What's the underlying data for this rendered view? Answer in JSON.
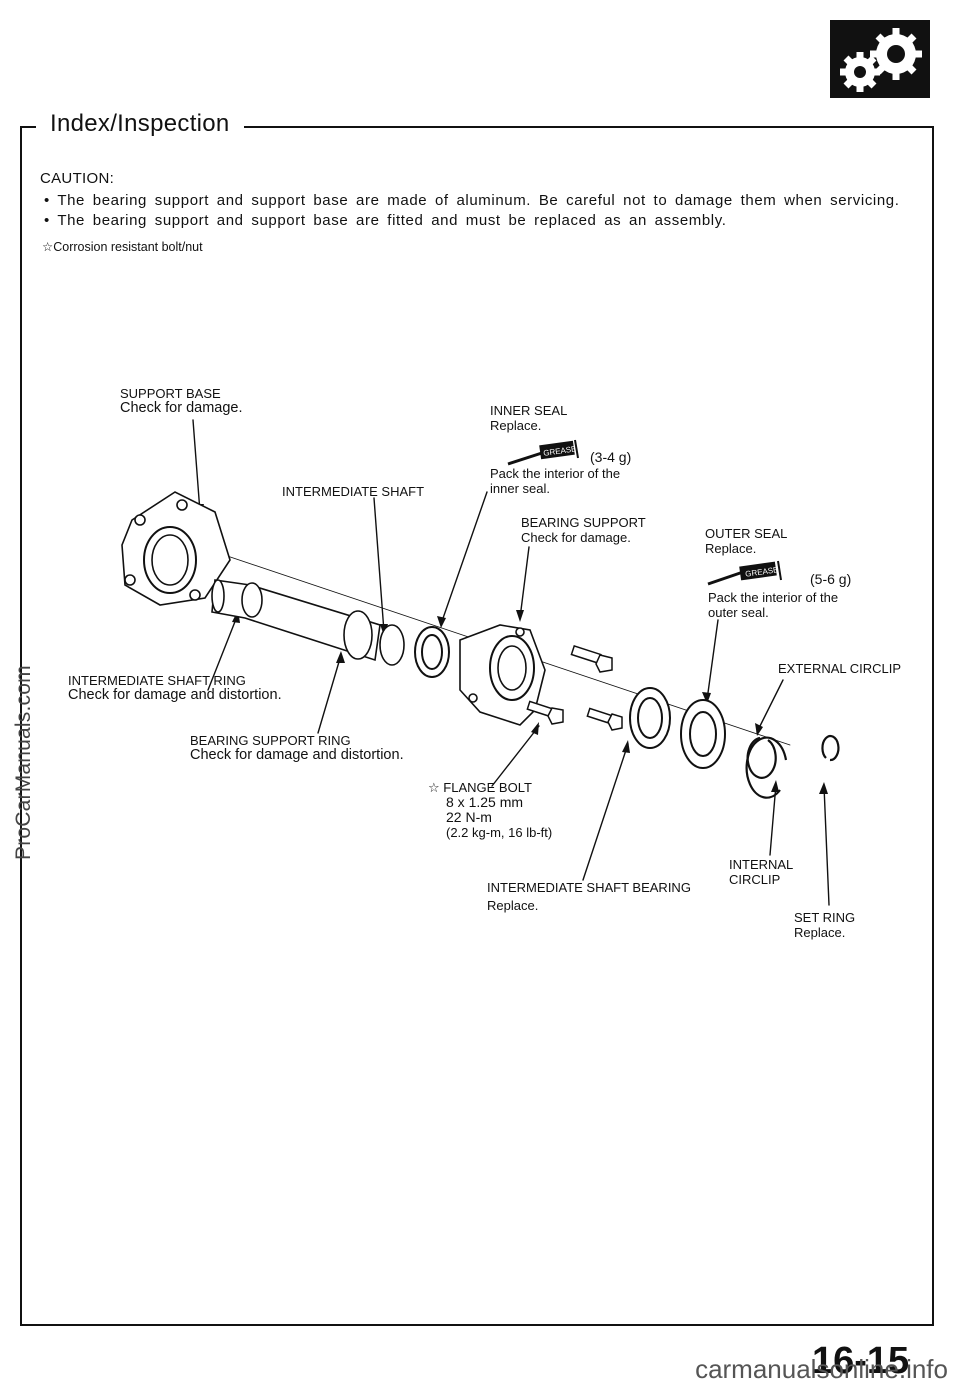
{
  "header": {
    "section_title": "Index/Inspection",
    "icon": "gears-icon"
  },
  "caution": {
    "heading": "CAUTION:",
    "bullets": [
      "• The bearing support and support base are made of aluminum. Be careful not to damage them when servicing.",
      "• The bearing support and support base are fitted and must be replaced as an assembly."
    ],
    "legend_symbol": "☆",
    "legend_text": "Corrosion resistant bolt/nut"
  },
  "callouts": {
    "support_base": {
      "title": "SUPPORT BASE",
      "note": "Check for damage."
    },
    "inner_seal": {
      "title": "INNER SEAL",
      "note": "Replace."
    },
    "inner_grease": {
      "label": "GREASE",
      "amount": "(3-4 g)",
      "note1": "Pack the interior of the",
      "note2": "inner seal."
    },
    "intermediate_shaft": {
      "title": "INTERMEDIATE SHAFT"
    },
    "bearing_support": {
      "title": "BEARING SUPPORT",
      "note": "Check for damage."
    },
    "outer_seal": {
      "title": "OUTER SEAL",
      "note": "Replace."
    },
    "outer_grease": {
      "label": "GREASE",
      "amount": "(5-6 g)",
      "note1": "Pack the interior of the",
      "note2": "outer seal."
    },
    "external_circlip": {
      "title": "EXTERNAL CIRCLIP"
    },
    "shaft_ring": {
      "title": "INTERMEDIATE SHAFT RING",
      "note": "Check for damage and distortion."
    },
    "bearing_support_ring": {
      "title": "BEARING SUPPORT RING",
      "note": "Check for damage and distortion."
    },
    "flange_bolt": {
      "symbol": "☆",
      "title": "FLANGE BOLT",
      "size": "8 x 1.25 mm",
      "torque": "22 N-m",
      "torque_alt": "(2.2 kg-m, 16 lb-ft)"
    },
    "shaft_bearing": {
      "title": "INTERMEDIATE SHAFT BEARING",
      "note": "Replace."
    },
    "internal_circlip": {
      "title1": "INTERNAL",
      "title2": "CIRCLIP"
    },
    "set_ring": {
      "title": "SET RING",
      "note": "Replace."
    }
  },
  "footer": {
    "page_number": "16-15",
    "watermark_left": "ProCarManuals.com",
    "watermark_bottom": "carmanualsonline.info"
  }
}
